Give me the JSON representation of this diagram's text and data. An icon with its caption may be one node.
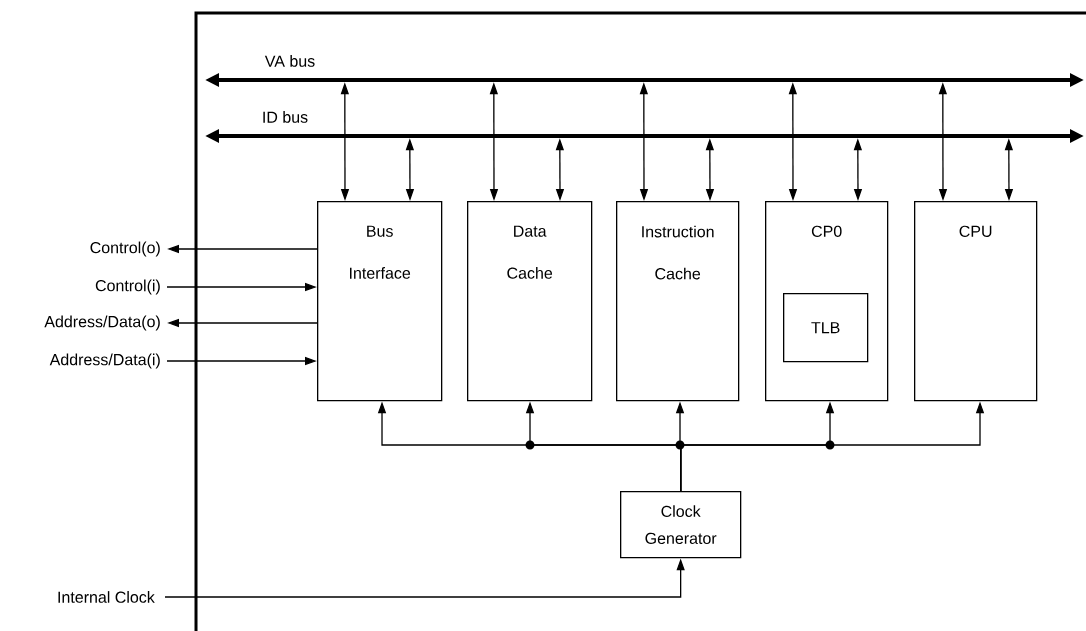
{
  "diagram": {
    "nodes": [
      {
        "text": [],
        "shape": "bar",
        "beside": [
          "VA bus"
        ]
      },
      {
        "text": [],
        "shape": "bar",
        "beside": [
          "ID bus"
        ]
      },
      {
        "text": [
          "Bus Interface"
        ]
      },
      {
        "text": [
          "Data Cache"
        ]
      },
      {
        "text": [
          "Instruction Cache"
        ]
      },
      {
        "text": [
          "CP0"
        ]
      },
      {
        "text": [
          "TLB"
        ],
        "in": 5
      },
      {
        "text": [
          "CPU"
        ]
      },
      {
        "text": [
          "Clock Generator"
        ]
      },
      {
        "text": [
          "Control(o)"
        ]
      },
      {
        "text": [
          "Control(i)"
        ]
      },
      {
        "text": [
          "Address/Data(o)"
        ]
      },
      {
        "text": [
          "Address/Data(i)"
        ]
      },
      {
        "text": [
          "Internal Clock"
        ]
      }
    ],
    "edges": [
      {
        "from": 0,
        "to": 2,
        "arrow": "both"
      },
      {
        "from": 0,
        "to": 3,
        "arrow": "both"
      },
      {
        "from": 0,
        "to": 4,
        "arrow": "both"
      },
      {
        "from": 0,
        "to": 5,
        "arrow": "both"
      },
      {
        "from": 0,
        "to": 7,
        "arrow": "both"
      },
      {
        "from": 1,
        "to": 2,
        "arrow": "both"
      },
      {
        "from": 1,
        "to": 3,
        "arrow": "both"
      },
      {
        "from": 1,
        "to": 4,
        "arrow": "both"
      },
      {
        "from": 1,
        "to": 5,
        "arrow": "both"
      },
      {
        "from": 1,
        "to": 7,
        "arrow": "both"
      },
      {
        "from": 2,
        "to": 9,
        "arrow": "to"
      },
      {
        "from": 10,
        "to": 2,
        "arrow": "to"
      },
      {
        "from": 2,
        "to": 11,
        "arrow": "to"
      },
      {
        "from": 12,
        "to": 2,
        "arrow": "to"
      },
      {
        "from": 13,
        "to": 8,
        "arrow": "to"
      },
      {
        "from": 8,
        "to": 2,
        "arrow": "to"
      },
      {
        "from": 8,
        "to": 3,
        "arrow": "to"
      },
      {
        "from": 8,
        "to": 4,
        "arrow": "to"
      },
      {
        "from": 8,
        "to": 5,
        "arrow": "to"
      },
      {
        "from": 8,
        "to": 7,
        "arrow": "to"
      }
    ]
  }
}
